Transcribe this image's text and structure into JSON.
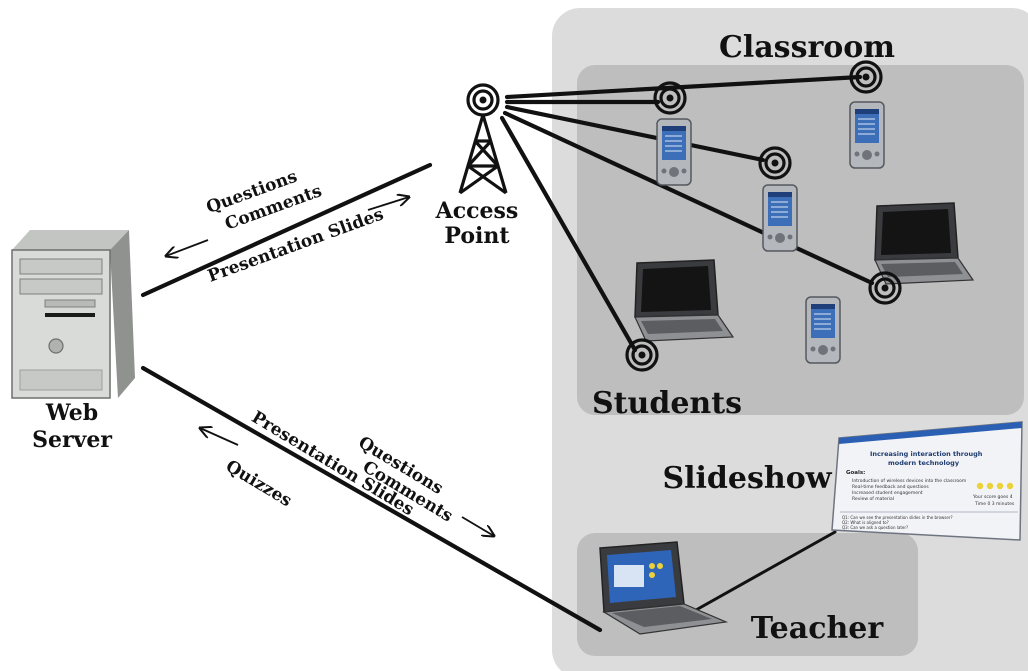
{
  "labels": {
    "classroom": "Classroom",
    "students": "Students",
    "slideshow": "Slideshow",
    "teacher": "Teacher",
    "access_point_line1": "Access",
    "access_point_line2": "Point",
    "web_server_line1": "Web",
    "web_server_line2": "Server"
  },
  "upper_link": {
    "to_server": [
      "Questions",
      "Comments"
    ],
    "to_access_point": [
      "Presentation Slides"
    ]
  },
  "lower_link": {
    "to_server": [
      "Presentation Slides",
      "Quizzes"
    ],
    "to_classroom": [
      "Questions",
      "Comments"
    ]
  },
  "slideshow_screen": {
    "title_line1": "Increasing interaction through",
    "title_line2": "modern technology",
    "heading": "Goals:",
    "bullets": [
      "Introduction of wireless devices into the classroom",
      "Real-time feedback and questions",
      "Increased student engagement",
      "Review of material"
    ],
    "side_text_line1": "Your score goes 4",
    "side_text_line2": "Time 0 3 minutes",
    "questions": [
      "Q1: Can we see the presentation slides in the browser?",
      "Q2: What is aligned to?",
      "Q3: Can we ask a question later?"
    ]
  },
  "colors": {
    "outer_box": "#dcdcdc",
    "inner_box": "#bebebe",
    "line": "#111111",
    "screen_blue": "#2a5fb4"
  }
}
